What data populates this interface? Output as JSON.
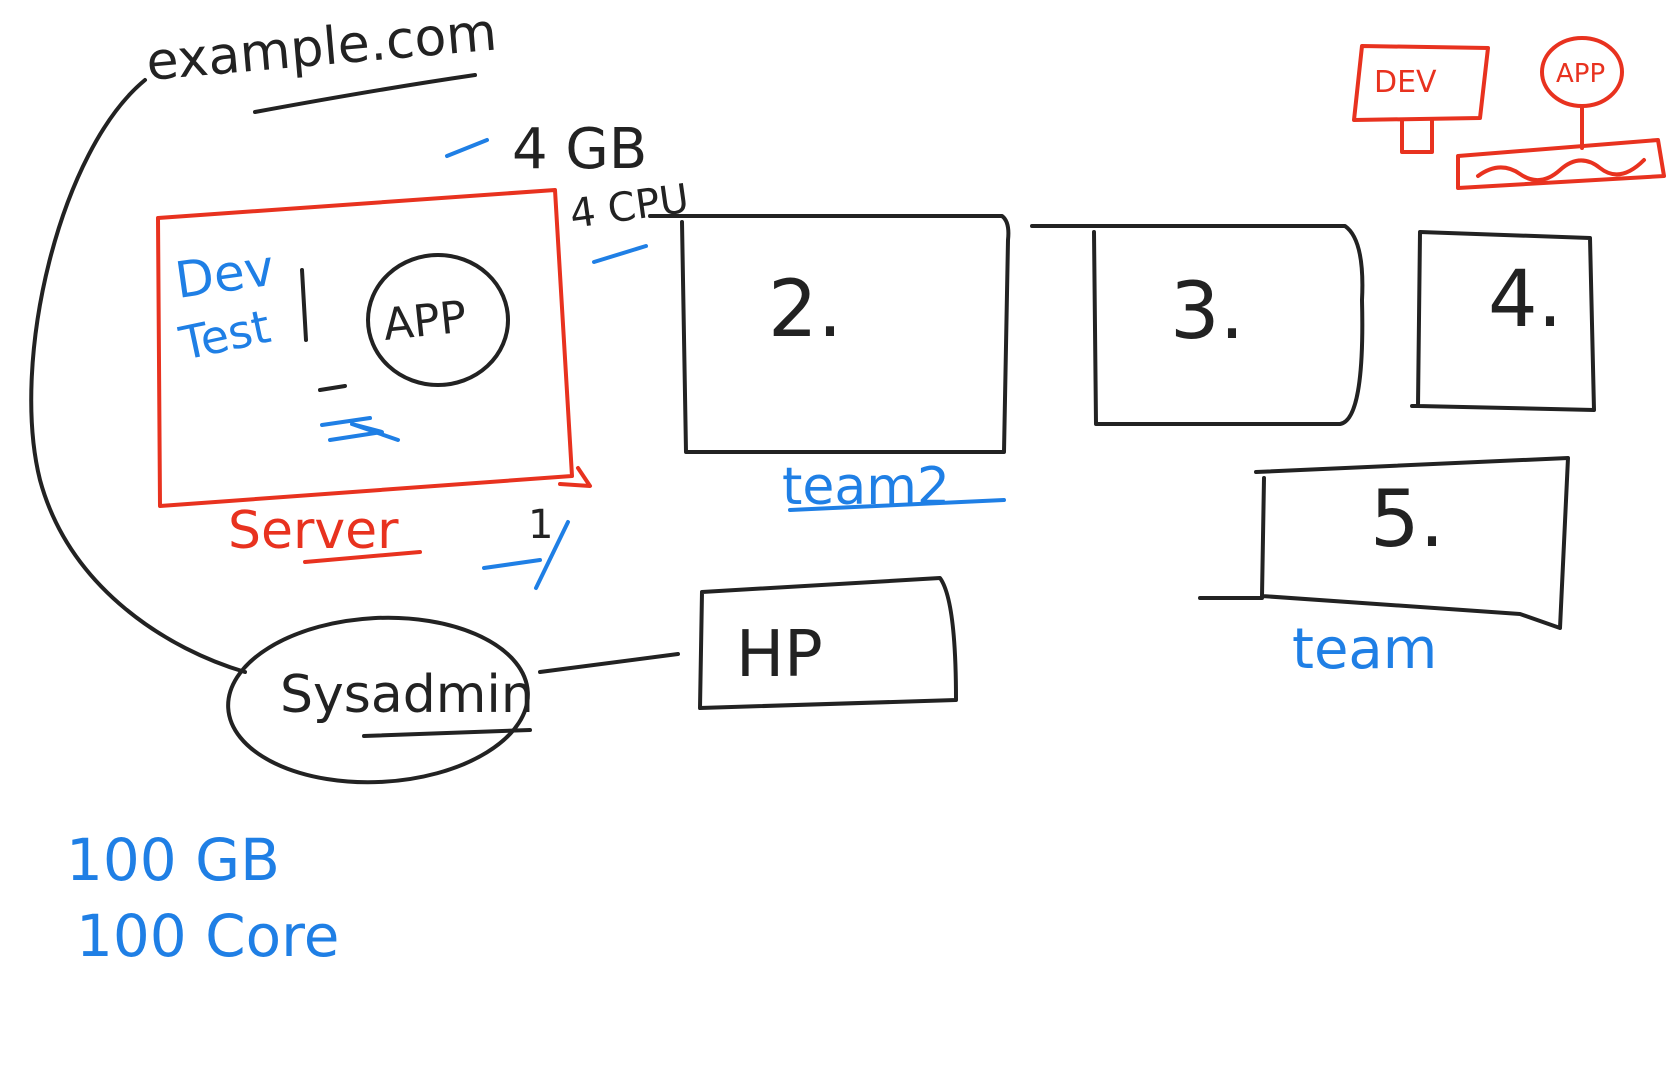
{
  "colors": {
    "ink": "#222222",
    "red": "#e8321f",
    "blue": "#1f7fe5",
    "background": "#ffffff"
  },
  "labels": {
    "domain": "example.com",
    "ram": "4 GB",
    "cpu": "4 CPU",
    "dev": "Dev",
    "test": "Test",
    "app": "APP",
    "server": "Server",
    "server_count": "1",
    "box2": "2.",
    "box3": "3.",
    "box4": "4.",
    "box5": "5.",
    "team2": "team2",
    "team": "team",
    "hp": "HP",
    "sysadmin": "Sysadmin",
    "capacity_ram": "100 GB",
    "capacity_core": "100 Core",
    "mini_dev": "DEV",
    "mini_app": "APP"
  }
}
